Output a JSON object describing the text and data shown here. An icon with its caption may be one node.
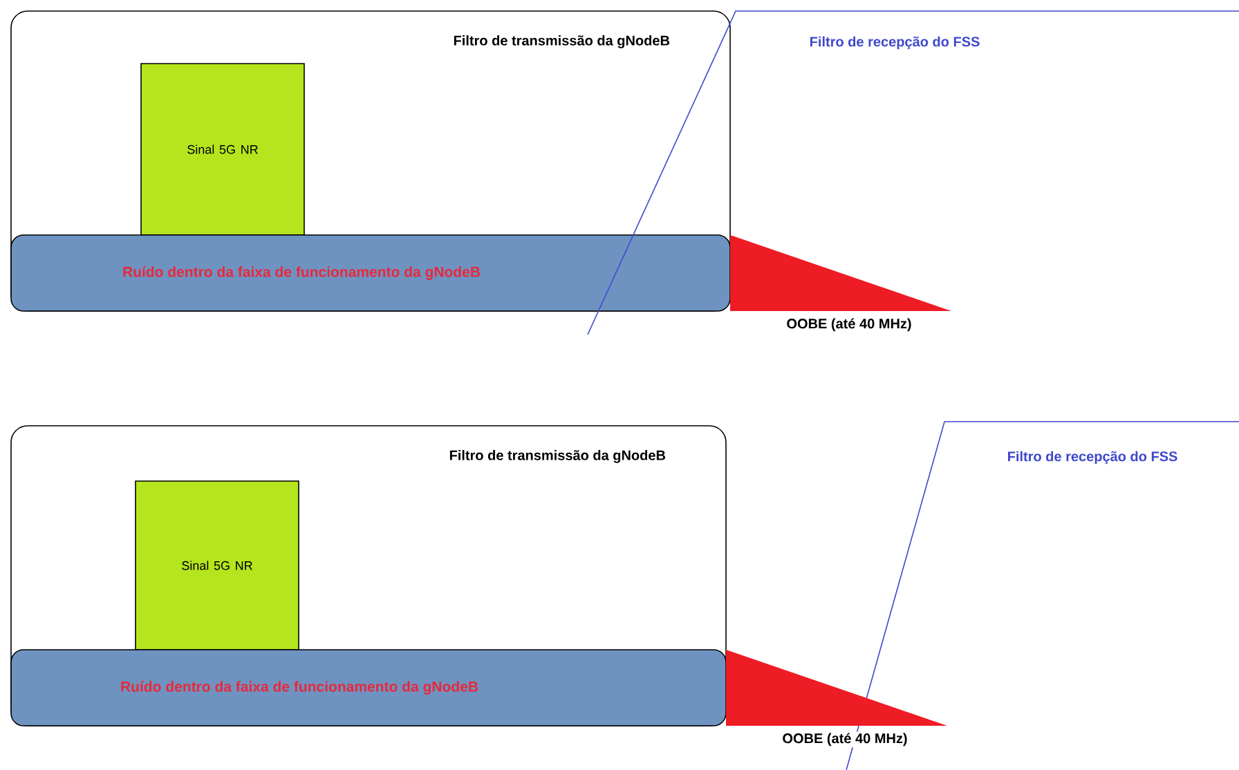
{
  "diagram": {
    "nodes": [
      {
        "text": [
          "Filtro de transmissão da gNodeB"
        ]
      },
      {
        "text": [
          "Sinal 5G NR"
        ],
        "in": 0
      },
      {
        "text": [
          "Ruído dentro da faixa de funcionamento da gNodeB"
        ],
        "in": 0
      },
      {
        "text": [],
        "shape": "triangle",
        "beside": [
          "OOBE (até 40 MHz)"
        ]
      },
      {
        "text": [
          "Filtro de transmissão da gNodeB"
        ]
      },
      {
        "text": [
          "Sinal 5G NR"
        ],
        "in": 4
      },
      {
        "text": [
          "Ruído dentro da faixa de funcionamento da gNodeB"
        ],
        "in": 4
      },
      {
        "text": [],
        "shape": "triangle",
        "beside": [
          "OOBE (até 40 MHz)"
        ]
      }
    ],
    "labels": [
      "Filtro de recepção do FSS",
      "Filtro de recepção do FSS"
    ]
  }
}
